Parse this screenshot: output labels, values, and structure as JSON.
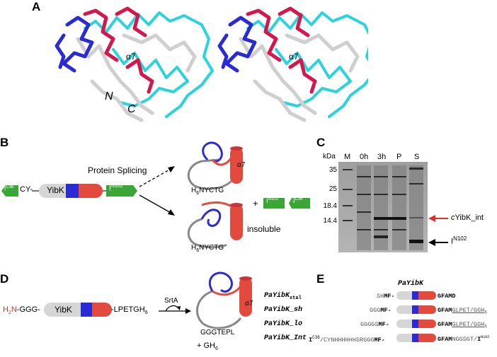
{
  "panels": {
    "a": "A",
    "b": "B",
    "c": "C",
    "d": "D",
    "e": "E"
  },
  "panel_a": {
    "helix_label": "α7",
    "n_term": "N",
    "c_term": "C"
  },
  "panel_b": {
    "left_cap": "I",
    "left_cap_sup": "C36",
    "cy": "CY-",
    "yibk": "YibK",
    "right_cap": "I",
    "right_cap_sup": "N102",
    "splicing": "Protein Splicing",
    "helix_label": "α7",
    "seq_top": "H",
    "seq_top_sub": "6",
    "seq_top_rest": "NYCTG",
    "plus": "+",
    "free_n": "I",
    "free_n_sup": "N102",
    "free_c": "I",
    "free_c_sup": "C36",
    "insoluble": "insoluble",
    "seq_bottom": "H",
    "seq_bottom_sub": "6",
    "seq_bottom_rest": "NYCTG"
  },
  "panel_c": {
    "kda": "kDa",
    "lanes": [
      "M",
      "0h",
      "3h",
      "P",
      "S"
    ],
    "markers": [
      "35",
      "25",
      "18.4",
      "14.4"
    ],
    "red_label_c": "c",
    "red_label_rest": "YibK_int",
    "black_label_i": "I",
    "black_label_rest": "N102",
    "red_color": "#e0302c"
  },
  "panel_d": {
    "h2n": "H",
    "h2n_sub": "2",
    "h2n_n": "N",
    "ggg": "-GGG-",
    "yibk": "YibK",
    "lpetg": "-LPETGH",
    "lpetg_sub": "6",
    "srta": "SrtA",
    "helix_label": "α7",
    "product_seq": "GGGTEPL",
    "plus": "+",
    "gh": "GH",
    "gh_sub": "6",
    "constructs": [
      {
        "name": "PaYibK",
        "sub": "xtal"
      },
      {
        "name": "PaYibK_sh",
        "sub": ""
      },
      {
        "name": "PaYibK_lo",
        "sub": ""
      },
      {
        "name": "PaYibK_Int",
        "sub": ""
      }
    ]
  },
  "panel_e": {
    "header": "PaYibK",
    "rows": [
      {
        "pre_grey": "SH",
        "pre_bold": "MF-",
        "post_bold": "GFAMD",
        "post_grey": ""
      },
      {
        "pre_grey": "GGG",
        "pre_bold": "MF-",
        "post_bold": "GFAM",
        "post_grey": "GLPET/GGH",
        "post_sub": "6"
      },
      {
        "pre_grey": "GGGGS",
        "pre_bold": "MF-",
        "post_bold": "GFAM",
        "post_grey": "GLPET/GGH",
        "post_sub": "6"
      },
      {
        "pre_grey": "/CYNHHHHHHSRGGG",
        "pre_lead": "I",
        "pre_lead_sup": "C36",
        "pre_bold": "MF-",
        "post_bold": "GFAM",
        "post_grey": "NGGSGT/",
        "post_tail": "I",
        "post_tail_sup": "N102"
      }
    ]
  },
  "colors": {
    "blue": "#2b2bd6",
    "red": "#e34a3e",
    "grey_body": "#d6d6d6",
    "green": "#3aa635",
    "cyan": "#2ad4dc",
    "magenta": "#d4174c"
  }
}
